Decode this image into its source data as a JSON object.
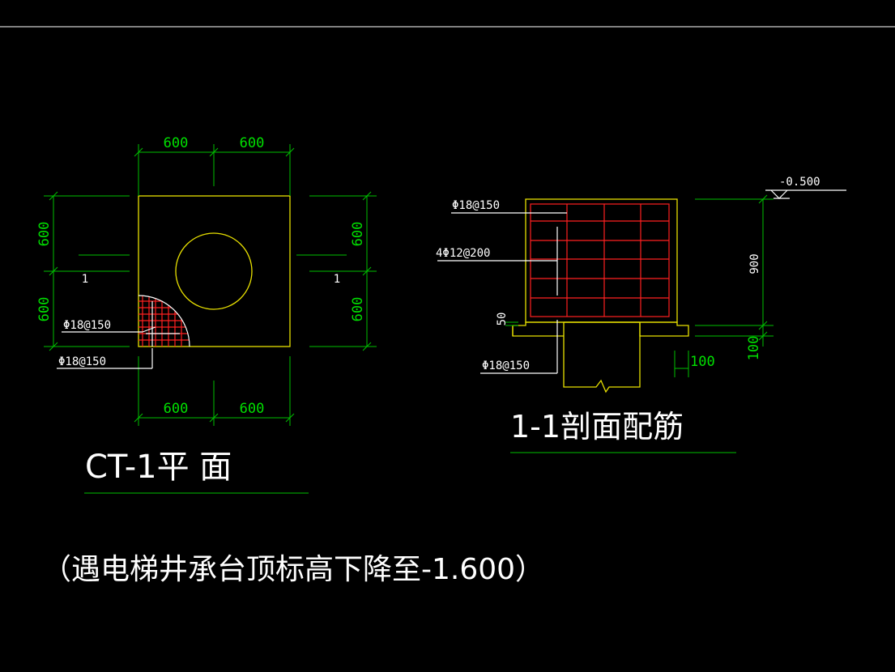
{
  "plan": {
    "dim_top_left": "600",
    "dim_top_right": "600",
    "dim_bottom_left": "600",
    "dim_bottom_right": "600",
    "dim_left_upper": "600",
    "dim_left_lower": "600",
    "dim_right_upper": "600",
    "dim_right_lower": "600",
    "section_mark_left": "1",
    "section_mark_right": "1",
    "rebar_label_1": "Φ18@150",
    "rebar_label_2": "Φ18@150",
    "title": "CT-1平 面"
  },
  "section": {
    "label_top_rebar": "Φ18@150",
    "label_side_rebar": "4Φ12@200",
    "label_bottom_rebar": "Φ18@150",
    "elevation": "-0.500",
    "dim_height": "900",
    "dim_base": "100",
    "dim_cover": "50",
    "dim_pile_embed": "100",
    "title": "1-1剖面配筋"
  },
  "note": "（遇电梯井承台顶标高下降至-1.600）"
}
